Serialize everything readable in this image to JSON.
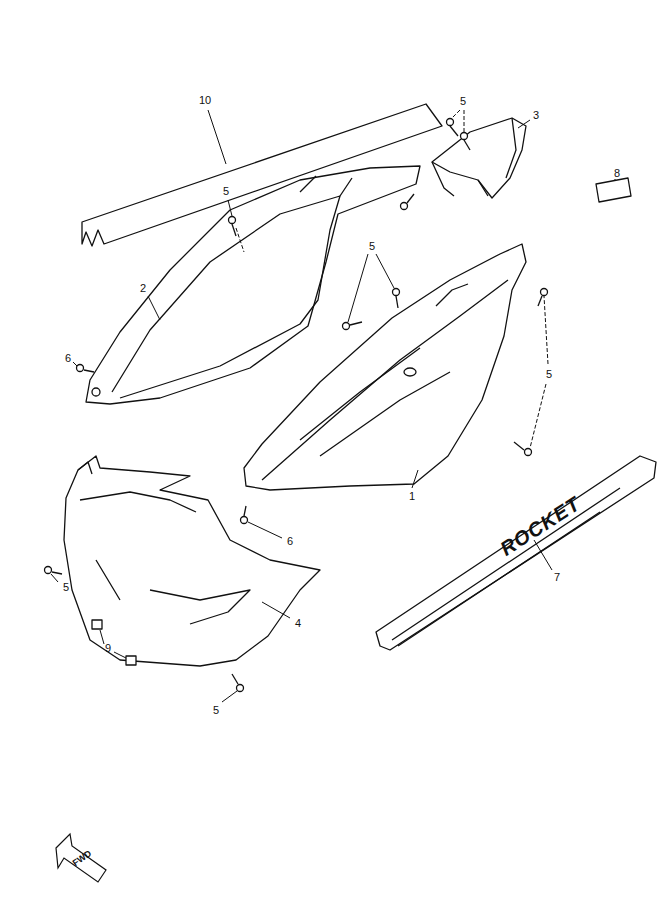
{
  "diagram": {
    "labels": [
      "10",
      "5",
      "3",
      "8",
      "5",
      "2",
      "5",
      "6",
      "5",
      "1",
      "6",
      "7",
      "5",
      "4",
      "9",
      "5",
      "ROCKET",
      "FWD"
    ]
  }
}
